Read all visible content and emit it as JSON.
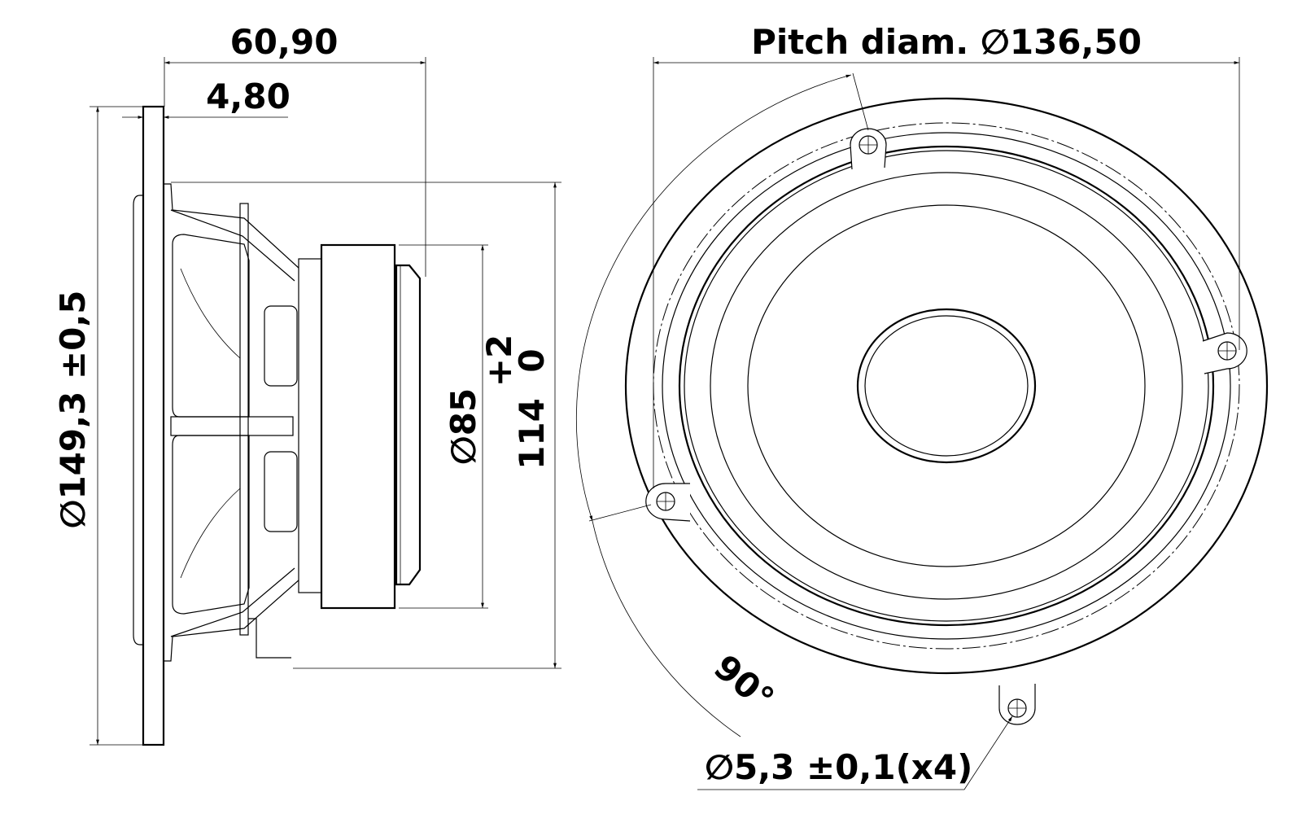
{
  "drawing": {
    "side_view": {
      "overall_depth": "60,90",
      "flange_thickness": "4,80",
      "outer_diameter": "∅149,3 ±0,5",
      "magnet_diameter": "∅85",
      "basket_diameter": "114",
      "basket_tolerance_upper": "+2",
      "basket_tolerance_lower": "0"
    },
    "front_view": {
      "pitch_diameter": "Pitch diam. ∅136,50",
      "hole_angle": "90°",
      "mounting_holes": "∅5,3 ±0,1(x4)"
    }
  }
}
